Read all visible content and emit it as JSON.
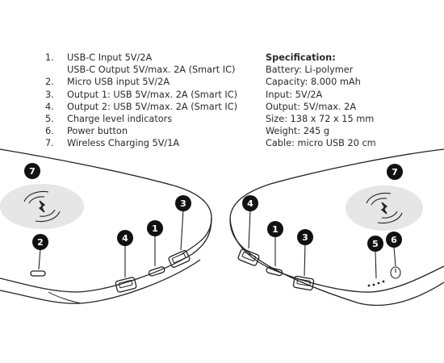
{
  "features": [
    {
      "num": "1.",
      "lines": [
        "USB-C Input 5V/2A",
        "USB-C Output 5V/max. 2A (Smart IC)"
      ]
    },
    {
      "num": "2.",
      "lines": [
        "Micro USB input 5V/2A"
      ]
    },
    {
      "num": "3.",
      "lines": [
        "Output 1: USB 5V/max. 2A (Smart IC)"
      ]
    },
    {
      "num": "4.",
      "lines": [
        "Output 2: USB 5V/max. 2A (Smart IC)"
      ]
    },
    {
      "num": "5.",
      "lines": [
        "Charge level indicators"
      ]
    },
    {
      "num": "6.",
      "lines": [
        "Power button"
      ]
    },
    {
      "num": "7.",
      "lines": [
        "Wireless Charging 5V/1A"
      ]
    }
  ],
  "specification": {
    "title": "Specification:",
    "rows": [
      "Battery: Li-polymer",
      "Capacity: 8.000 mAh",
      "Input: 5V/2A",
      "Output: 5V/max. 2A",
      "Size: 138 x 72 x 15 mm",
      "Weight: 245 g",
      "Cable: micro USB 20 cm"
    ]
  },
  "callouts": {
    "left": [
      "7",
      "2",
      "4",
      "1",
      "3"
    ],
    "right": [
      "4",
      "1",
      "3",
      "5",
      "6",
      "7"
    ]
  }
}
